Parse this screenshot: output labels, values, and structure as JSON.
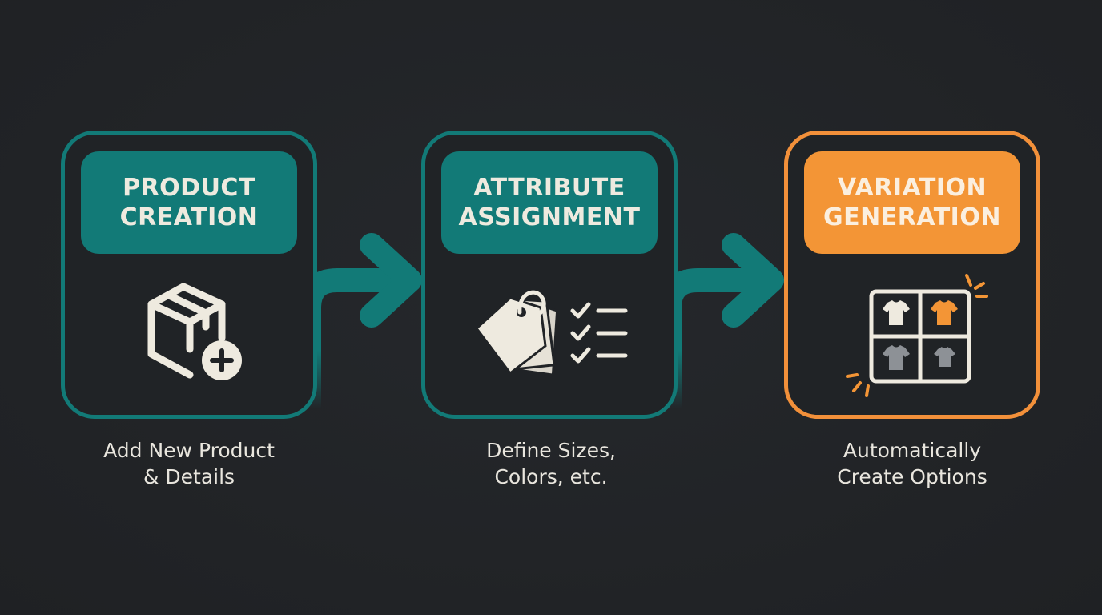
{
  "steps": [
    {
      "title_line1": "PRODUCT",
      "title_line2": "CREATION",
      "caption_line1": "Add New Product",
      "caption_line2": "& Details",
      "icon": "box-plus-icon",
      "accent": "#127a77"
    },
    {
      "title_line1": "ATTRIBUTE",
      "title_line2": "ASSIGNMENT",
      "caption_line1": "Define Sizes,",
      "caption_line2": "Colors, etc.",
      "icon": "tags-checklist-icon",
      "accent": "#127a77"
    },
    {
      "title_line1": "VARIATION",
      "title_line2": "GENERATION",
      "caption_line1": "Automatically",
      "caption_line2": "Create Options",
      "icon": "tshirt-grid-icon",
      "accent": "#f39536"
    }
  ],
  "colors": {
    "background": "#222427",
    "teal": "#127a77",
    "orange": "#f39536",
    "text": "#e9e6de",
    "icon_light": "#eeeadf",
    "shirt_gray": "#8d9196"
  }
}
